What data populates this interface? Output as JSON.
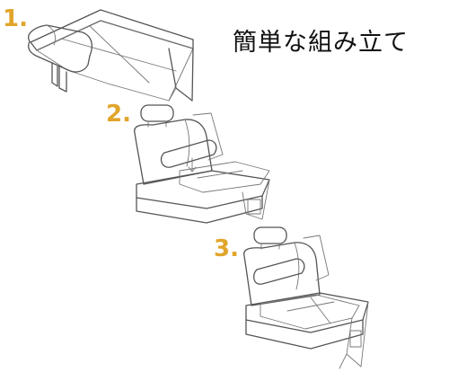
{
  "steps": [
    {
      "number": "1."
    },
    {
      "number": "2."
    },
    {
      "number": "3."
    }
  ],
  "caption": "簡単な組み立て",
  "accent_color": "#e0a52a"
}
